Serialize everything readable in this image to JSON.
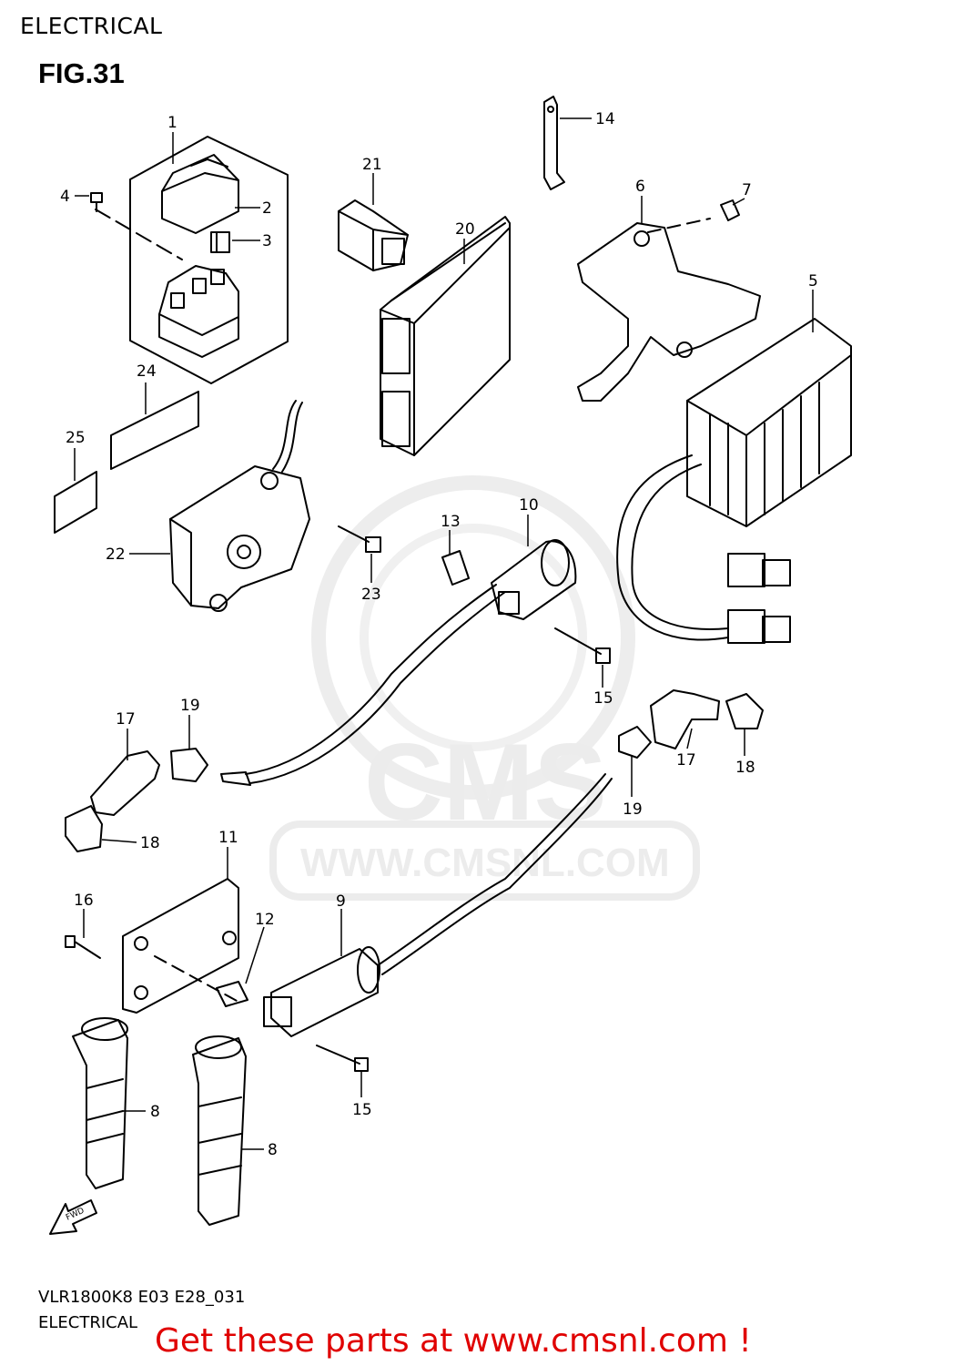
{
  "header": {
    "section_title": "ELECTRICAL",
    "figure_label": "FIG.31"
  },
  "footer": {
    "model_code": "VLR1800K8  E03 E28_031",
    "section_name": "ELECTRICAL"
  },
  "promo": {
    "text": "Get these parts at www.cmsnl.com !",
    "color": "#e00000"
  },
  "watermark": {
    "brand": "CMS",
    "url": "WWW.CMSNL.COM",
    "color": "#ececec"
  },
  "fwd_arrow": {
    "label": "FWD"
  },
  "callouts": [
    "1",
    "2",
    "3",
    "4",
    "5",
    "6",
    "7",
    "8",
    "8",
    "9",
    "10",
    "11",
    "12",
    "13",
    "14",
    "15",
    "15",
    "16",
    "17",
    "17",
    "18",
    "18",
    "19",
    "19",
    "20",
    "21",
    "22",
    "23",
    "24",
    "25"
  ]
}
